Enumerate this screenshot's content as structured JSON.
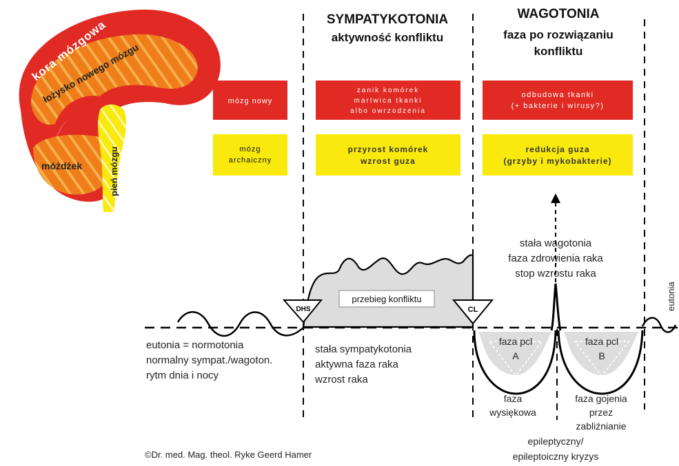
{
  "headers": {
    "sympatykotonia": {
      "title": "SYMPATYKOTONIA",
      "subtitle": "aktywność konfliktu"
    },
    "wagotonia": {
      "title": "WAGOTONIA",
      "subtitle_line1": "faza po rozwiązaniu",
      "subtitle_line2": "konfliktu"
    }
  },
  "brain": {
    "cortex_label": "kora mózgowa",
    "midbrain_label": "łożysko nowego mózgu",
    "cerebellum_label": "móżdżek",
    "brainstem_label": "pień mózgu"
  },
  "rows": {
    "new_brain": {
      "label": "mózg nowy",
      "sympatykotonia": [
        "zanik komórek",
        "martwica tkanki",
        "albo owrzodzenia"
      ],
      "wagotonia": [
        "odbudowa tkanki",
        "(+ bakterie i wirusy?)"
      ]
    },
    "archaic_brain": {
      "label": [
        "mózg",
        "archaiczny"
      ],
      "sympatykotonia": [
        "przyrost komórek",
        "wzrost guza"
      ],
      "wagotonia": [
        "redukcja guza",
        "(grzyby i mykobakterie)"
      ]
    }
  },
  "markers": {
    "dhs": "DHS",
    "cl": "CL"
  },
  "conflict_course_label": "przebieg konfliktu",
  "stable_vagotonia": [
    "stała wagotonia",
    "faza zdrowienia raka",
    "stop wzrostu raka"
  ],
  "eutonia_side": "eutonia",
  "normotonia_text": [
    "eutonia = normotonia",
    "normalny sympat./wagoton.",
    "rytm dnia i nocy"
  ],
  "sympathetic_text": [
    "stała sympatykotonia",
    "aktywna faza raka",
    "wzrost raka"
  ],
  "pcl_a": [
    "faza pcl",
    "A"
  ],
  "pcl_b": [
    "faza pcl",
    "B"
  ],
  "exudative_phase": [
    "faza",
    "wysiękowa"
  ],
  "healing_phase": [
    "faza gojenia",
    "przez",
    "zabliźnianie"
  ],
  "epileptic_crisis": [
    "epileptyczny/",
    "epileptoiczny kryzys"
  ],
  "copyright": "©Dr. med. Mag. theol. Ryke Geerd Hamer",
  "colors": {
    "red": "#e12a24",
    "orange": "#ef7d1a",
    "yellow": "#f9e90d",
    "gray": "#dddddd"
  }
}
